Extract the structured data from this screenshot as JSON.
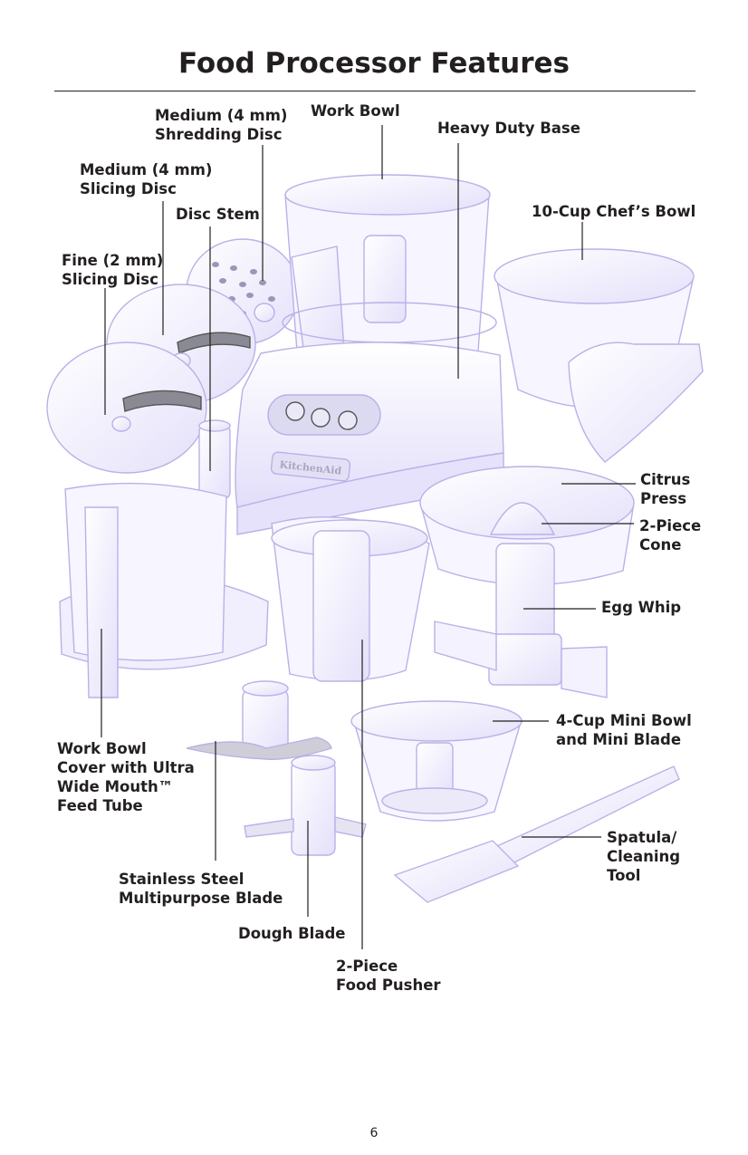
{
  "title": "Food Processor Features",
  "page_number": "6",
  "colors": {
    "text": "#231f20",
    "part_fill": "#f4f2ff",
    "part_outline": "#b8b2e8",
    "part_shade": "#e6e2fb",
    "metal": "#8a8a94"
  },
  "labels": {
    "medium_shredding_disc": [
      "Medium (4 mm)",
      "Shredding Disc"
    ],
    "work_bowl": [
      "Work Bowl"
    ],
    "heavy_duty_base": [
      "Heavy Duty Base"
    ],
    "medium_slicing_disc": [
      "Medium (4 mm)",
      "Slicing Disc"
    ],
    "disc_stem": [
      "Disc Stem"
    ],
    "chefs_bowl": [
      "10-Cup Chef’s Bowl"
    ],
    "fine_slicing_disc": [
      "Fine (2 mm)",
      "Slicing Disc"
    ],
    "citrus_press": [
      "Citrus",
      "Press"
    ],
    "two_piece_cone": [
      "2-Piece",
      "Cone"
    ],
    "egg_whip": [
      "Egg Whip"
    ],
    "mini_bowl": [
      "4-Cup Mini Bowl",
      "and Mini Blade"
    ],
    "work_bowl_cover": [
      "Work Bowl",
      "Cover with Ultra",
      "Wide Mouth™",
      "Feed Tube"
    ],
    "spatula": [
      "Spatula/",
      "Cleaning",
      "Tool"
    ],
    "multipurpose_blade": [
      "Stainless Steel",
      "Multipurpose Blade"
    ],
    "dough_blade": [
      "Dough Blade"
    ],
    "food_pusher": [
      "2-Piece",
      "Food Pusher"
    ]
  },
  "base_brand": "KitchenAid"
}
